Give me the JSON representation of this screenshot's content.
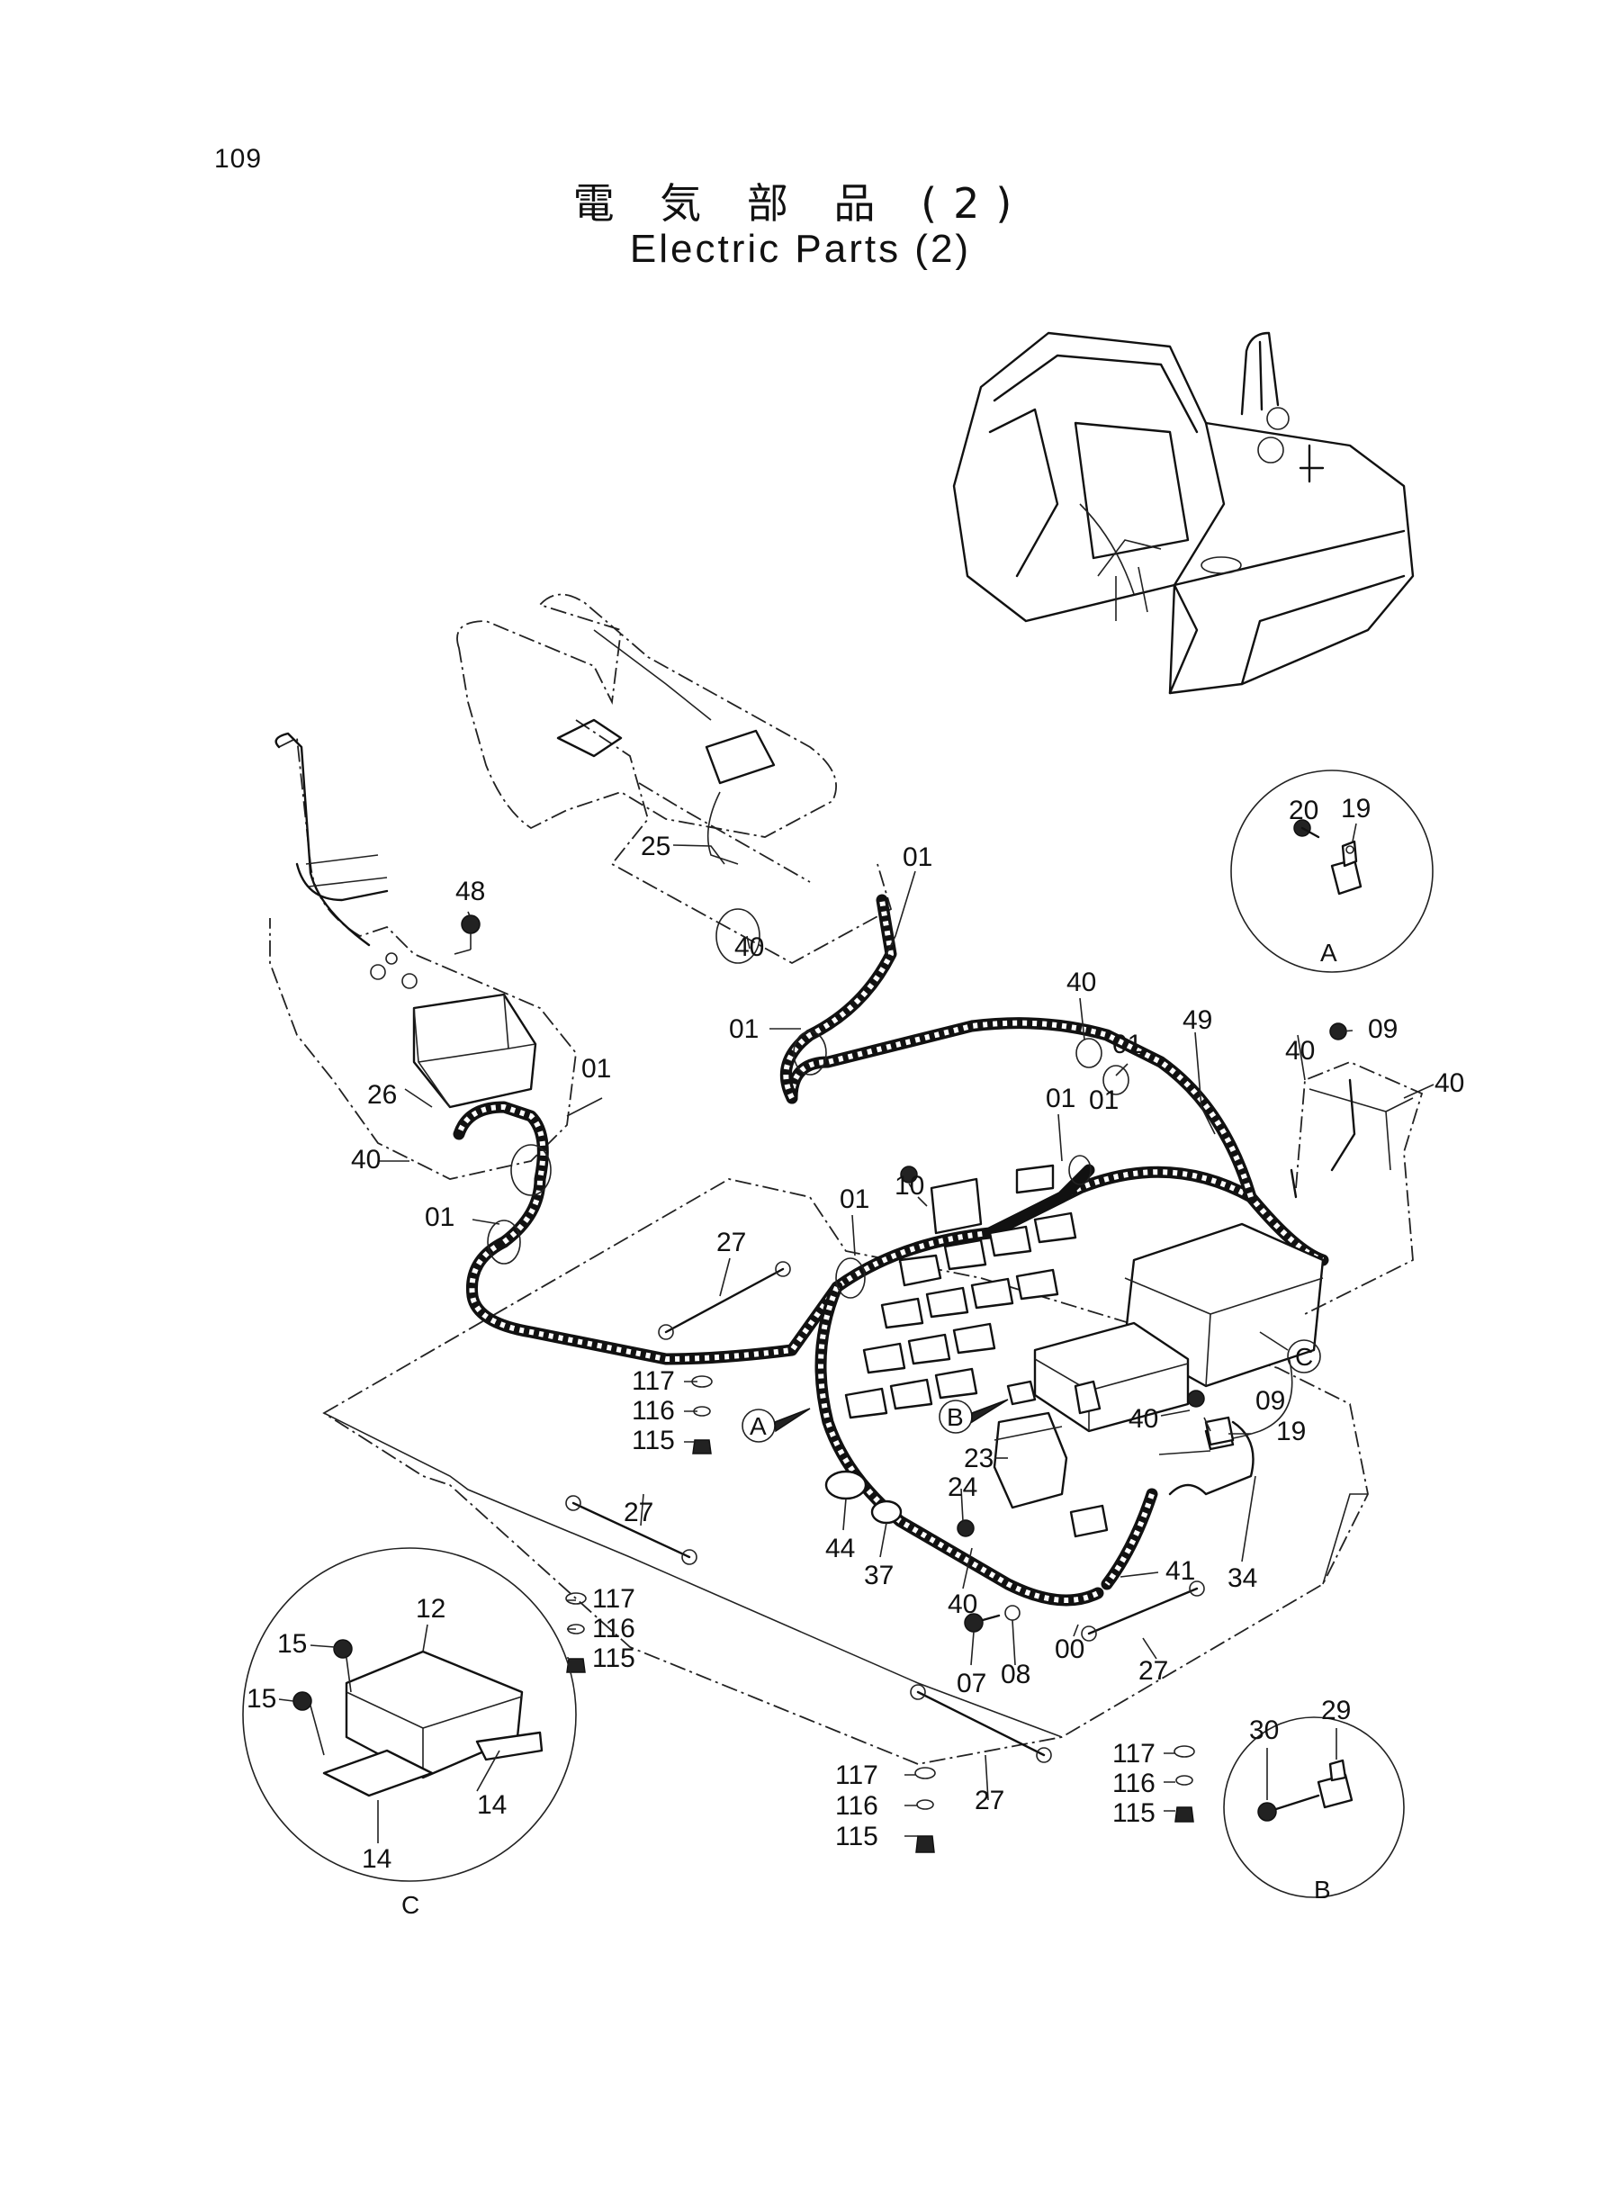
{
  "page": {
    "number": "109"
  },
  "title": {
    "japanese": "電 気 部 品 (2)",
    "english": "Electric Parts (2)"
  },
  "part_labels": [
    {
      "id": "lbl-25",
      "text": "25"
    },
    {
      "id": "lbl-01a",
      "text": "01"
    },
    {
      "id": "lbl-48",
      "text": "48"
    },
    {
      "id": "lbl-40a",
      "text": "40"
    },
    {
      "id": "lbl-01b",
      "text": "01"
    },
    {
      "id": "lbl-40b",
      "text": "40"
    },
    {
      "id": "lbl-01c",
      "text": "01"
    },
    {
      "id": "lbl-49",
      "text": "49"
    },
    {
      "id": "lbl-40c",
      "text": "40"
    },
    {
      "id": "lbl-09a",
      "text": "09"
    },
    {
      "id": "lbl-40d",
      "text": "40"
    },
    {
      "id": "lbl-01d",
      "text": "01"
    },
    {
      "id": "lbl-26",
      "text": "26"
    },
    {
      "id": "lbl-40e",
      "text": "40"
    },
    {
      "id": "lbl-01e",
      "text": "01"
    },
    {
      "id": "lbl-01f",
      "text": "01"
    },
    {
      "id": "lbl-10",
      "text": "10"
    },
    {
      "id": "lbl-01g",
      "text": "01"
    },
    {
      "id": "lbl-01h",
      "text": "01"
    },
    {
      "id": "lbl-27a",
      "text": "27"
    },
    {
      "id": "lbl-117a",
      "text": "117"
    },
    {
      "id": "lbl-116a",
      "text": "116"
    },
    {
      "id": "lbl-115a",
      "text": "115"
    },
    {
      "id": "lbl-09b",
      "text": "09"
    },
    {
      "id": "lbl-40f",
      "text": "40"
    },
    {
      "id": "lbl-19b",
      "text": "19"
    },
    {
      "id": "lbl-23",
      "text": "23"
    },
    {
      "id": "lbl-24",
      "text": "24"
    },
    {
      "id": "lbl-27b",
      "text": "27"
    },
    {
      "id": "lbl-44",
      "text": "44"
    },
    {
      "id": "lbl-37",
      "text": "37"
    },
    {
      "id": "lbl-40g",
      "text": "40"
    },
    {
      "id": "lbl-41",
      "text": "41"
    },
    {
      "id": "lbl-34",
      "text": "34"
    },
    {
      "id": "lbl-117b",
      "text": "117"
    },
    {
      "id": "lbl-116b",
      "text": "116"
    },
    {
      "id": "lbl-115b",
      "text": "115"
    },
    {
      "id": "lbl-07",
      "text": "07"
    },
    {
      "id": "lbl-08",
      "text": "08"
    },
    {
      "id": "lbl-00",
      "text": "00"
    },
    {
      "id": "lbl-27c",
      "text": "27"
    },
    {
      "id": "lbl-117c",
      "text": "117"
    },
    {
      "id": "lbl-116c",
      "text": "116"
    },
    {
      "id": "lbl-115c",
      "text": "115"
    },
    {
      "id": "lbl-27d",
      "text": "27"
    },
    {
      "id": "lbl-117d",
      "text": "117"
    },
    {
      "id": "lbl-116d",
      "text": "116"
    },
    {
      "id": "lbl-115d",
      "text": "115"
    }
  ],
  "detail_a": {
    "callout": "A",
    "labels": [
      "20",
      "19"
    ]
  },
  "detail_b": {
    "callout": "B",
    "labels": [
      "29",
      "30"
    ]
  },
  "detail_c": {
    "callout": "C",
    "labels": [
      "12",
      "15",
      "15",
      "14",
      "14"
    ]
  },
  "callouts": {
    "a": "A",
    "b": "B",
    "c": "C"
  }
}
